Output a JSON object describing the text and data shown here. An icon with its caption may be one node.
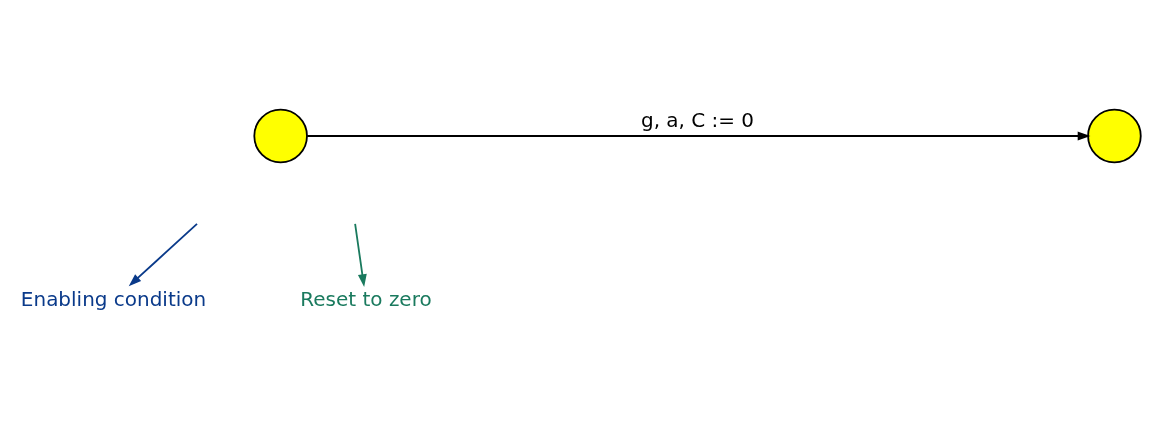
{
  "diagram": {
    "nodes": [
      {
        "text": [],
        "shape": "circle"
      },
      {
        "text": [],
        "shape": "circle"
      },
      {
        "text": [
          "Enabling condition"
        ]
      },
      {
        "text": [
          "Reset to zero"
        ]
      }
    ],
    "edges": [
      {
        "from": 0,
        "to": 1,
        "arrow": "to",
        "label": "g, a, C := 0"
      },
      {
        "from": null,
        "to": 2,
        "arrow": "to",
        "color": "#0a3a8a"
      },
      {
        "from": null,
        "to": 3,
        "arrow": "to",
        "color": "#1a7a5e"
      }
    ]
  }
}
